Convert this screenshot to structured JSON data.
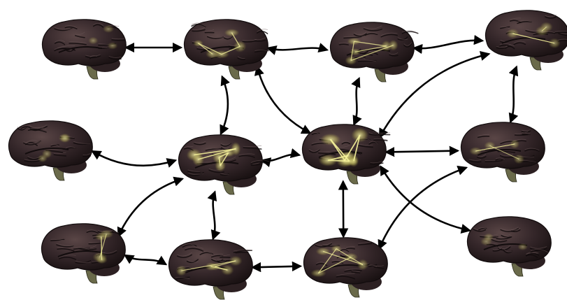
{
  "diagram": {
    "background": "#ffffff",
    "brain_fill": "#3a2b2e",
    "brain_fill_dark": "#1f1618",
    "brain_groove": "#120c0d",
    "brain_highlight": "#6e5a5a",
    "activity_color": "#f6f29a",
    "glow_color": "#e9e37a",
    "arrow_color": "#000000",
    "nodes": [
      {
        "id": "b1",
        "activity": 0.2
      },
      {
        "id": "b2",
        "activity": 0.6
      },
      {
        "id": "b3",
        "activity": 0.55
      },
      {
        "id": "b4",
        "activity": 0.4
      },
      {
        "id": "b5",
        "activity": 0.3
      },
      {
        "id": "b6",
        "activity": 0.85
      },
      {
        "id": "b7",
        "activity": 1.0
      },
      {
        "id": "b8",
        "activity": 0.35
      },
      {
        "id": "b9",
        "activity": 0.45
      },
      {
        "id": "b10",
        "activity": 0.5
      },
      {
        "id": "b11",
        "activity": 0.55
      },
      {
        "id": "b12",
        "activity": 0.2
      }
    ],
    "edges": [
      {
        "from": "b1",
        "to": "b2",
        "style": "straight"
      },
      {
        "from": "b2",
        "to": "b3",
        "style": "wavy"
      },
      {
        "from": "b3",
        "to": "b4",
        "style": "wavy"
      },
      {
        "from": "b2",
        "to": "b6",
        "style": "curved"
      },
      {
        "from": "b2",
        "to": "b7",
        "style": "curved"
      },
      {
        "from": "b3",
        "to": "b7",
        "style": "wavy"
      },
      {
        "from": "b4",
        "to": "b7",
        "style": "curved"
      },
      {
        "from": "b4",
        "to": "b8",
        "style": "wavy"
      },
      {
        "from": "b5",
        "to": "b6",
        "style": "curved"
      },
      {
        "from": "b6",
        "to": "b7",
        "style": "wavy"
      },
      {
        "from": "b6",
        "to": "b9",
        "style": "curved"
      },
      {
        "from": "b6",
        "to": "b10",
        "style": "wavy"
      },
      {
        "from": "b7",
        "to": "b8",
        "style": "straight"
      },
      {
        "from": "b7",
        "to": "b11",
        "style": "straight"
      },
      {
        "from": "b7",
        "to": "b12",
        "style": "curved"
      },
      {
        "from": "b9",
        "to": "b10",
        "style": "wavy"
      },
      {
        "from": "b10",
        "to": "b11",
        "style": "straight"
      },
      {
        "from": "b11",
        "to": "b8",
        "style": "curved"
      }
    ]
  }
}
